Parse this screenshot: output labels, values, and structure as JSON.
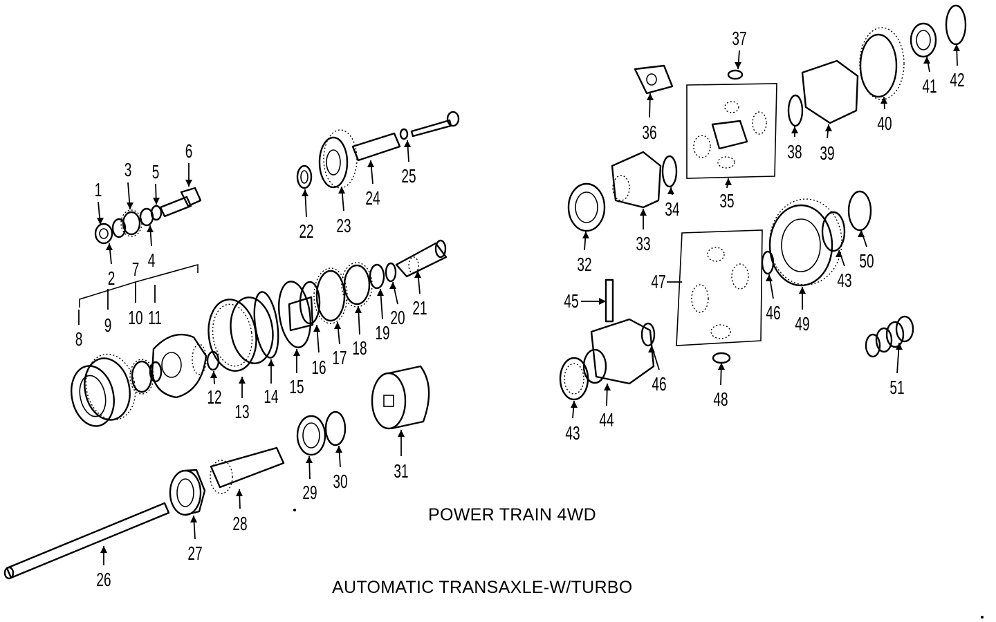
{
  "captions": {
    "line1": "POWER TRAIN 4WD",
    "line2": "AUTOMATIC TRANSAXLE-W/TURBO"
  },
  "callouts": [
    "1",
    "2",
    "3",
    "4",
    "5",
    "6",
    "7",
    "8",
    "9",
    "10",
    "11",
    "12",
    "13",
    "14",
    "15",
    "16",
    "17",
    "18",
    "19",
    "20",
    "21",
    "22",
    "23",
    "24",
    "25",
    "26",
    "27",
    "28",
    "29",
    "30",
    "31",
    "32",
    "33",
    "34",
    "35",
    "36",
    "37",
    "38",
    "39",
    "40",
    "41",
    "42",
    "43",
    "43",
    "44",
    "45",
    "46",
    "46",
    "47",
    "48",
    "49",
    "50",
    "51"
  ]
}
